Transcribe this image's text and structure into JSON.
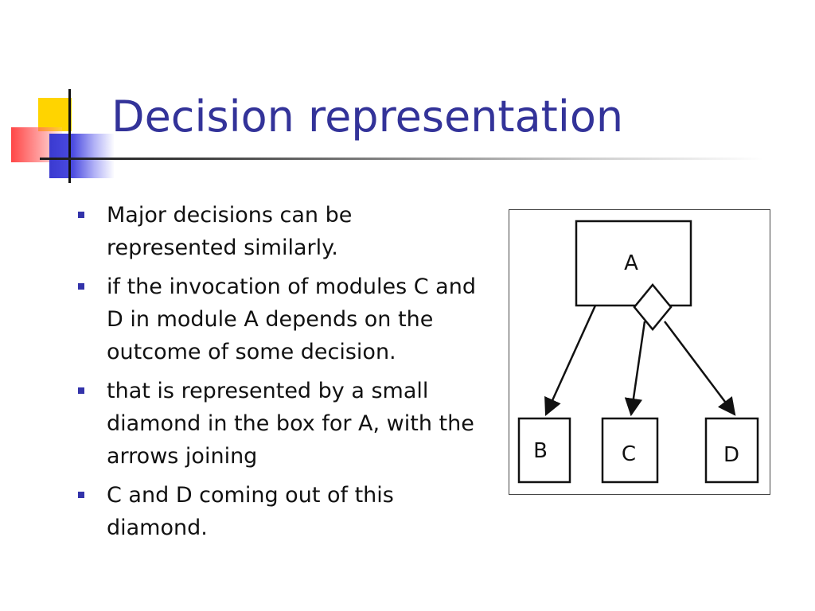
{
  "slide": {
    "title": "Decision representation",
    "accent_color": "#333399",
    "bullets": [
      "Major decisions can be represented similarly.",
      "if the invocation of modules C and D in module A depends on the outcome of some decision.",
      "that is represented by a small diamond in the box for A, with the arrows joining",
      "C and D coming out of this diamond."
    ]
  },
  "diagram": {
    "module_top": "A",
    "module_left": "B",
    "module_middle": "C",
    "module_right": "D"
  }
}
